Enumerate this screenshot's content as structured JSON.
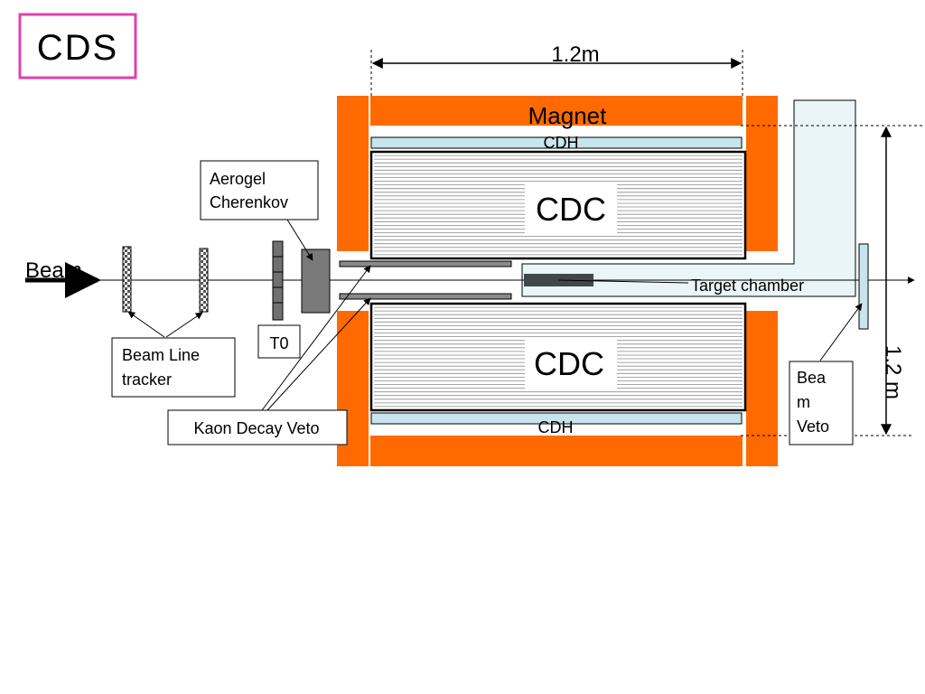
{
  "title": "CDS",
  "dimensions": {
    "width_label": "1.2m",
    "height_label": "1.2 m"
  },
  "labels": {
    "magnet": "Magnet",
    "cdh_top": "CDH",
    "cdh_bottom": "CDH",
    "cdc_top": "CDC",
    "cdc_bottom": "CDC",
    "beam": "Beam",
    "aerogel_line1": "Aerogel",
    "aerogel_line2": "Cherenkov",
    "t0": "T0",
    "beamline_line1": "Beam Line",
    "beamline_line2": "tracker",
    "kaon_decay_veto": "Kaon Decay Veto",
    "target_chamber": "Target chamber",
    "beam_veto_line1": "Bea",
    "beam_veto_line2": "m",
    "beam_veto_line3": "Veto"
  },
  "colors": {
    "magnet": "#ff6a00",
    "title_border": "#e040b0",
    "cdh": "#c8e4ec",
    "target_chamber": "#e9f5f7",
    "target": "#404848",
    "t0": "#707070",
    "aerogel": "#7a7a7a"
  },
  "cdc_wire_count": 28
}
